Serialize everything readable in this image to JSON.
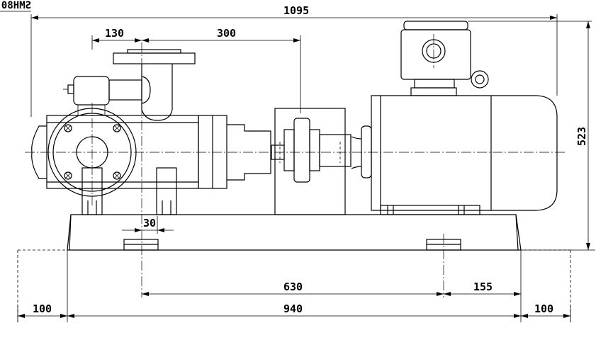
{
  "model_label": "SMH80",
  "dimensions": {
    "overall_length": "1095",
    "inlet_offset": "130",
    "outlet_offset": "300",
    "overall_height": "523",
    "foot_offset": "30",
    "bolt_spacing": "630",
    "bolt_edge": "155",
    "left_margin": "100",
    "base_length": "940",
    "right_margin": "100"
  }
}
